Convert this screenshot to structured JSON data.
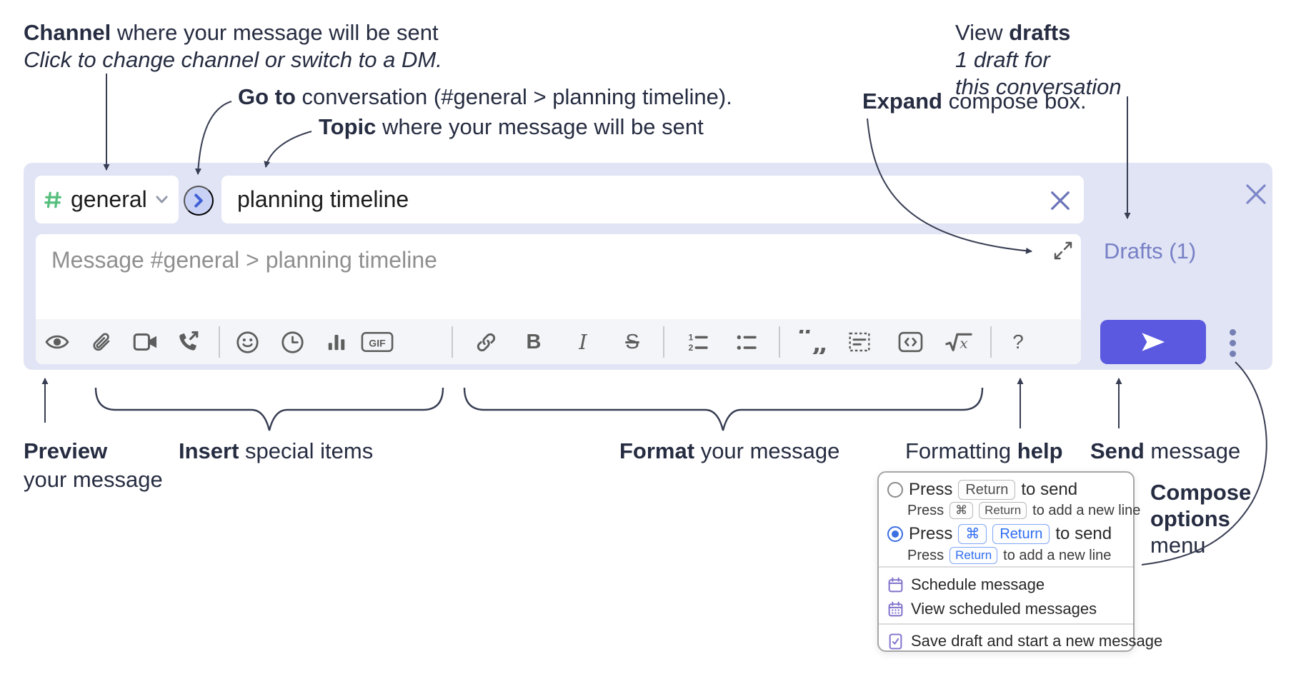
{
  "colors": {
    "compose_bg": "#e1e4f5",
    "annotation_text": "#262c41",
    "send_button": "#5a59e0",
    "drafts_link": "#7780c5",
    "toolbar_icon": "#5d5d5d",
    "goto_circle_bg": "#c9d2f4",
    "goto_chevron": "#3f5fd6",
    "hash_green": "#57bf7d",
    "menu_icon_purple": "#8072cc",
    "radio_selected_blue": "#3b6fe3",
    "kbd_blue_text": "#2f6df2"
  },
  "annotations": {
    "channel": {
      "bold": "Channel",
      "rest": " where your message will be sent",
      "line2_italic": "Click to change channel or switch to a DM."
    },
    "goto": {
      "bold": "Go to",
      "rest": " conversation (#general > planning timeline)."
    },
    "topic": {
      "bold": "Topic",
      "rest": " where your message will be sent"
    },
    "expand": {
      "bold": "Expand",
      "rest": " compose box."
    },
    "drafts": {
      "line1_pre": "View ",
      "line1_bold": "drafts",
      "line2_italic": "1 draft for",
      "line3_italic": "this conversation"
    },
    "preview": {
      "bold": "Preview",
      "line2": "your message"
    },
    "insert": {
      "bold": "Insert",
      "rest": " special items"
    },
    "format": {
      "bold": "Format",
      "rest": " your message"
    },
    "formatting_help": {
      "pre": "Formatting ",
      "bold": "help"
    },
    "send": {
      "bold": "Send",
      "rest": " message"
    },
    "compose_options": {
      "line1_bold": "Compose",
      "line2_bold": "options",
      "line3": "menu"
    }
  },
  "compose": {
    "channel_selector": {
      "hash": "#",
      "name": "general"
    },
    "goto_button_glyph": "›",
    "topic_input": {
      "value": "planning timeline"
    },
    "message_input": {
      "placeholder": "Message #general > planning timeline"
    },
    "drafts_link": "Drafts (1)",
    "toolbar": {
      "gif_label": "GIF",
      "bold_label": "B",
      "italic_label": "I",
      "strike_label": "S",
      "help_label": "?",
      "icons": [
        "preview-eye",
        "attach-file",
        "video-call",
        "voice-call",
        "emoji",
        "schedule-time",
        "poll",
        "gif",
        "link",
        "bold",
        "italic",
        "strikethrough",
        "numbered-list",
        "bulleted-list",
        "quote",
        "spoiler",
        "code",
        "math",
        "help"
      ]
    }
  },
  "popup": {
    "option1": {
      "lead": "Press",
      "key1": "Return",
      "tail": "to send"
    },
    "option1_sub": {
      "lead": "Press",
      "key1": "⌘",
      "key2": "Return",
      "tail": "to add a new line"
    },
    "option2": {
      "lead": "Press",
      "key1": "⌘",
      "key2": "Return",
      "tail": "to send"
    },
    "option2_sub": {
      "lead": "Press",
      "key1": "Return",
      "tail": "to add a new line"
    },
    "items": [
      {
        "icon": "calendar-icon",
        "label": "Schedule message"
      },
      {
        "icon": "calendar-list-icon",
        "label": "View scheduled messages"
      },
      {
        "icon": "save-draft-icon",
        "label": "Save draft and start a new message"
      }
    ]
  }
}
